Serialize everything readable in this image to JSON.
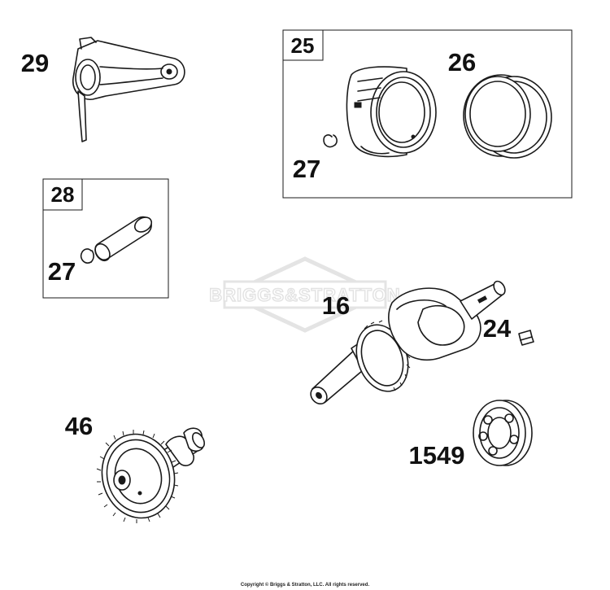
{
  "watermark": {
    "text": "BRIGGS&STRATTON"
  },
  "groups": [
    {
      "id": "piston-assembly",
      "label": "25"
    },
    {
      "id": "piston-pin-assembly",
      "label": "28"
    }
  ],
  "callouts": [
    {
      "id": "connecting-rod",
      "number": "29"
    },
    {
      "id": "piston-rings",
      "number": "26"
    },
    {
      "id": "piston-retainer-clip",
      "number": "27"
    },
    {
      "id": "pin-retainer-clip",
      "number": "27"
    },
    {
      "id": "crankshaft",
      "number": "16"
    },
    {
      "id": "key",
      "number": "24"
    },
    {
      "id": "camshaft",
      "number": "46"
    },
    {
      "id": "bearing",
      "number": "1549"
    }
  ],
  "footer": {
    "copyright": "Copyright © Briggs & Stratton, LLC. All rights reserved."
  }
}
